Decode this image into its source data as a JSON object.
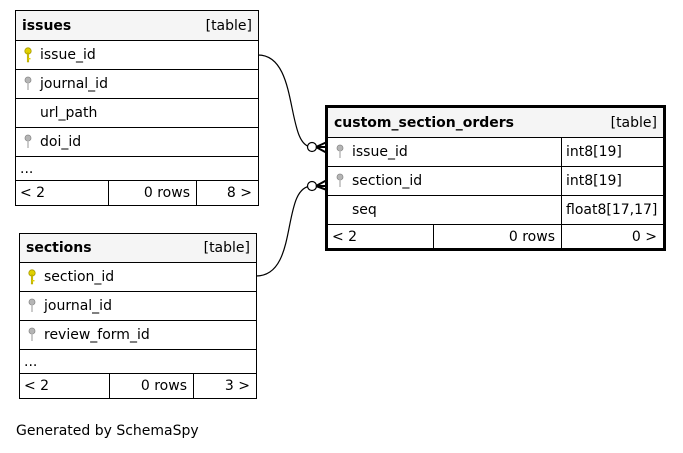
{
  "issues": {
    "name": "issues",
    "kind": "[table]",
    "columns": [
      {
        "name": "issue_id",
        "key": "primary"
      },
      {
        "name": "journal_id",
        "key": "foreign"
      },
      {
        "name": "url_path",
        "key": "none"
      },
      {
        "name": "doi_id",
        "key": "foreign"
      }
    ],
    "ellipsis": "...",
    "footer": {
      "prev": "< 2",
      "rows": "0 rows",
      "next": "8 >"
    }
  },
  "sections": {
    "name": "sections",
    "kind": "[table]",
    "columns": [
      {
        "name": "section_id",
        "key": "primary"
      },
      {
        "name": "journal_id",
        "key": "foreign"
      },
      {
        "name": "review_form_id",
        "key": "foreign"
      }
    ],
    "ellipsis": "...",
    "footer": {
      "prev": "< 2",
      "rows": "0 rows",
      "next": "3 >"
    }
  },
  "custom_section_orders": {
    "name": "custom_section_orders",
    "kind": "[table]",
    "columns": [
      {
        "name": "issue_id",
        "type": "int8[19]",
        "key": "foreign"
      },
      {
        "name": "section_id",
        "type": "int8[19]",
        "key": "foreign"
      },
      {
        "name": "seq",
        "type": "float8[17,17]",
        "key": "none"
      }
    ],
    "footer": {
      "prev": "< 2",
      "rows": "0 rows",
      "next": "0 >"
    }
  },
  "colors": {
    "primary_key": "#e0d000",
    "foreign_key": "#a0a0a0",
    "header_bg": "#f5f5f5"
  },
  "footer_text": "Generated by SchemaSpy"
}
